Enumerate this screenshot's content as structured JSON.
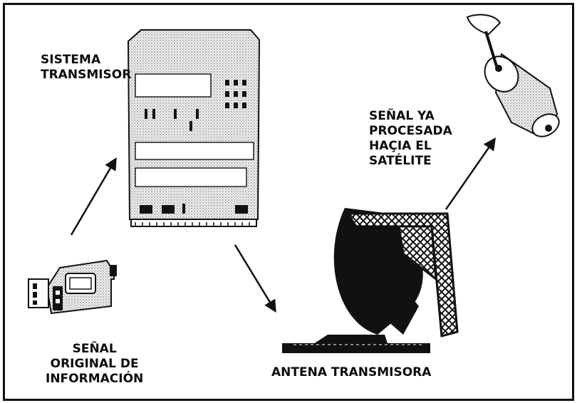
{
  "labels": {
    "transmitter": {
      "line1": "SISTEMA",
      "line2": "TRANSMISOR"
    },
    "processed_signal": {
      "line1": "SEÑAL YA",
      "line2": "PROCESADA",
      "line3": "HAÇIA EL",
      "line4": "SATÉLITE"
    },
    "original_signal": {
      "line1": "SEÑAL",
      "line2": "ORIGINAL DE",
      "line3": "INFORMACIÓN"
    },
    "antenna": "ANTENA TRANSMISORA"
  },
  "colors": {
    "ink": "#111111",
    "background": "#ffffff",
    "device_fill": "#e8e8e8"
  },
  "icons": [
    "video-camera-icon",
    "transmitter-cabinet-icon",
    "satellite-dish-icon",
    "satellite-icon"
  ]
}
